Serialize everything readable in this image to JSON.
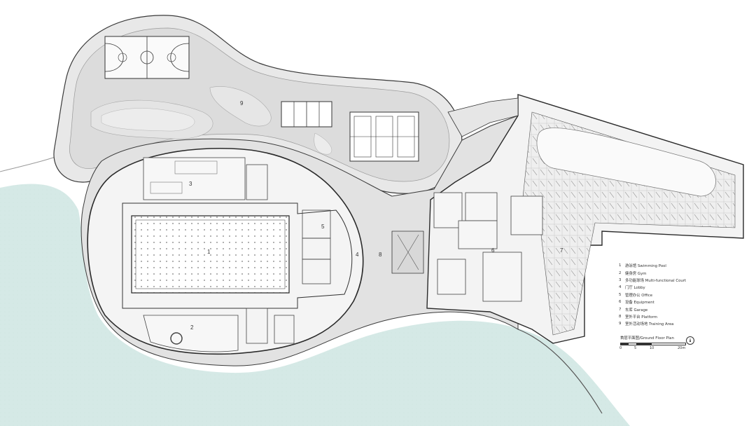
{
  "legend": [
    {
      "n": "1",
      "label": "游泳馆  Swimming Pool"
    },
    {
      "n": "2",
      "label": "健身房  Gym"
    },
    {
      "n": "3",
      "label": "多功能球场  Multi-functional Court"
    },
    {
      "n": "4",
      "label": "门厅  Lobby"
    },
    {
      "n": "5",
      "label": "管理办公  Office"
    },
    {
      "n": "6",
      "label": "设备  Equipment"
    },
    {
      "n": "7",
      "label": "车库  Garage"
    },
    {
      "n": "8",
      "label": "室外平台  Platform"
    },
    {
      "n": "9",
      "label": "室外活动场地  Training Area"
    }
  ],
  "plan_title": "首层平面图/Ground Floor Plan",
  "scale_labels": [
    "0",
    "5",
    "10",
    "20m"
  ],
  "room_numbers": {
    "r1": "1",
    "r2": "2",
    "r3": "3",
    "r4": "4",
    "r5": "5",
    "r6": "6",
    "r7": "7",
    "r8": "8",
    "r9": "9"
  },
  "colors": {
    "water": "#d5e9e6",
    "ground": "#e6e6e6",
    "path": "#d9d9d9",
    "line": "#3a3a3a",
    "court": "#ffffff"
  }
}
